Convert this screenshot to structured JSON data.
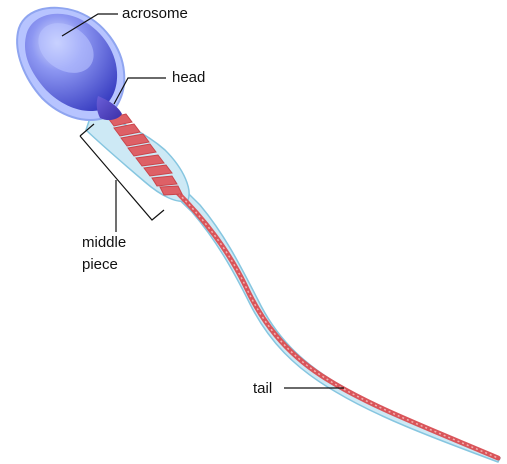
{
  "labels": {
    "acrosome": "acrosome",
    "head": "head",
    "middle_piece_line1": "middle",
    "middle_piece_line2": "piece",
    "tail": "tail"
  },
  "colors": {
    "head_fill": "#5a63e6",
    "head_light": "#a8b4ff",
    "acrosome_fill": "#8fa0f0",
    "sheath": "#bfe2f2",
    "sheath_edge": "#7ec3de",
    "core": "#d9555a",
    "core_light": "#f0a0a0",
    "line": "#111111"
  }
}
